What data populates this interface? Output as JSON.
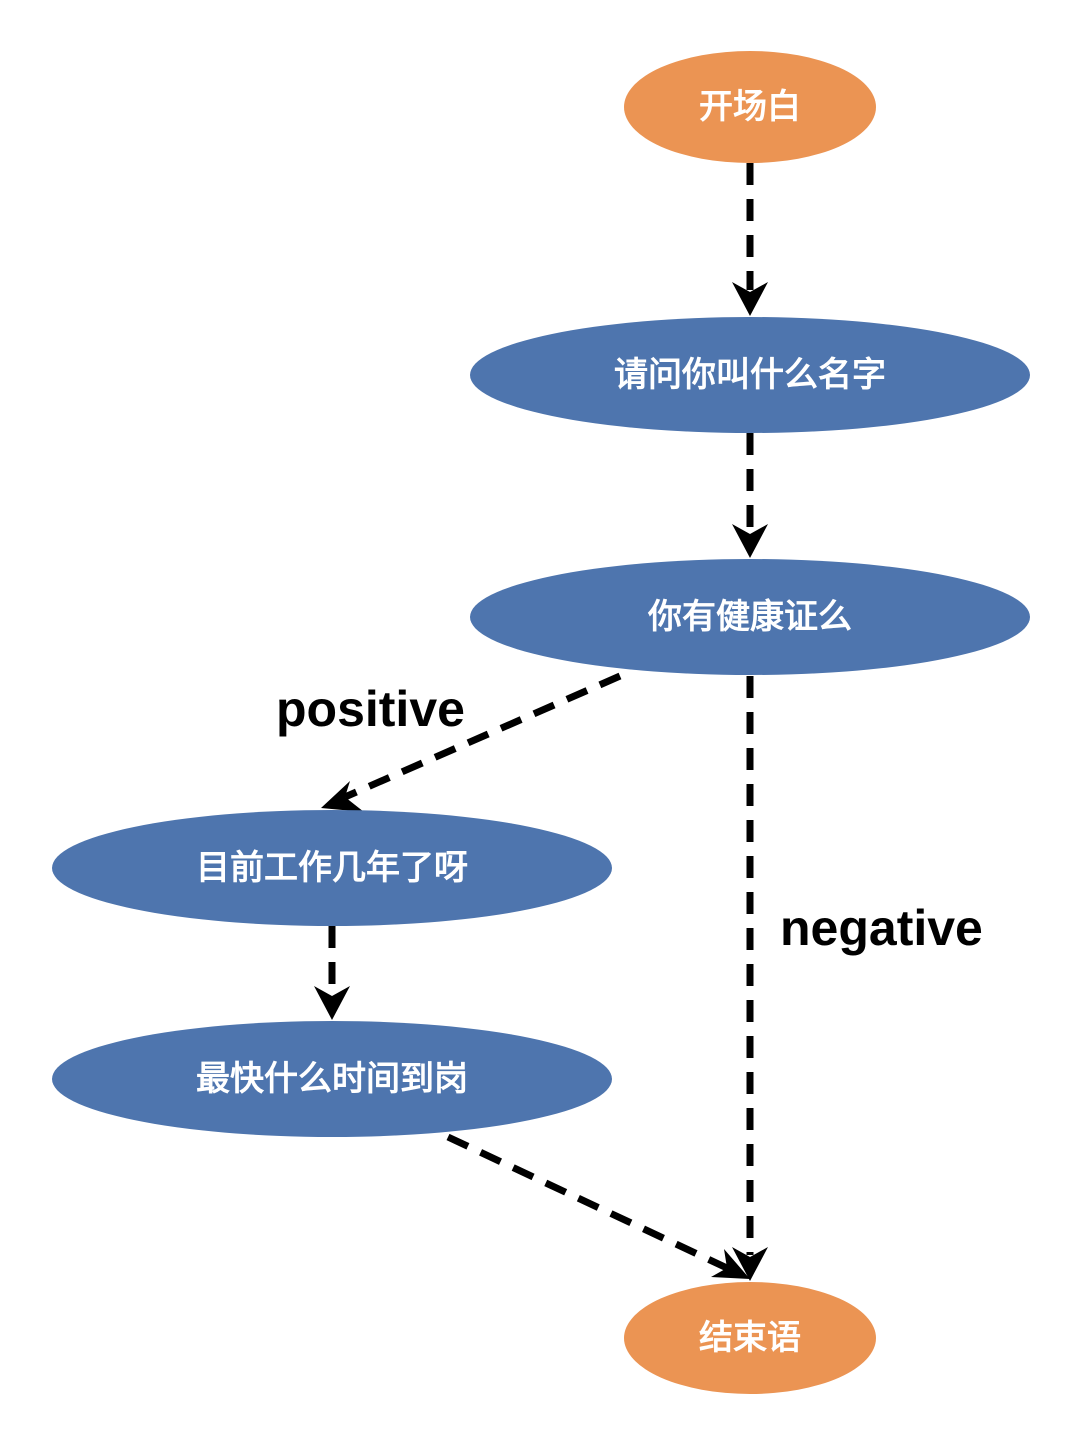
{
  "colors": {
    "terminal": "#EB9453",
    "process": "#4E75AE",
    "text": "#FFFFFF",
    "edge": "#000000"
  },
  "nodes": {
    "start": "开场白",
    "ask_name": "请问你叫什么名字",
    "health_cert": "你有健康证么",
    "work_years": "目前工作几年了呀",
    "start_date": "最快什么时间到岗",
    "end": "结束语"
  },
  "edges": {
    "positive_label": "positive",
    "negative_label": "negative"
  }
}
